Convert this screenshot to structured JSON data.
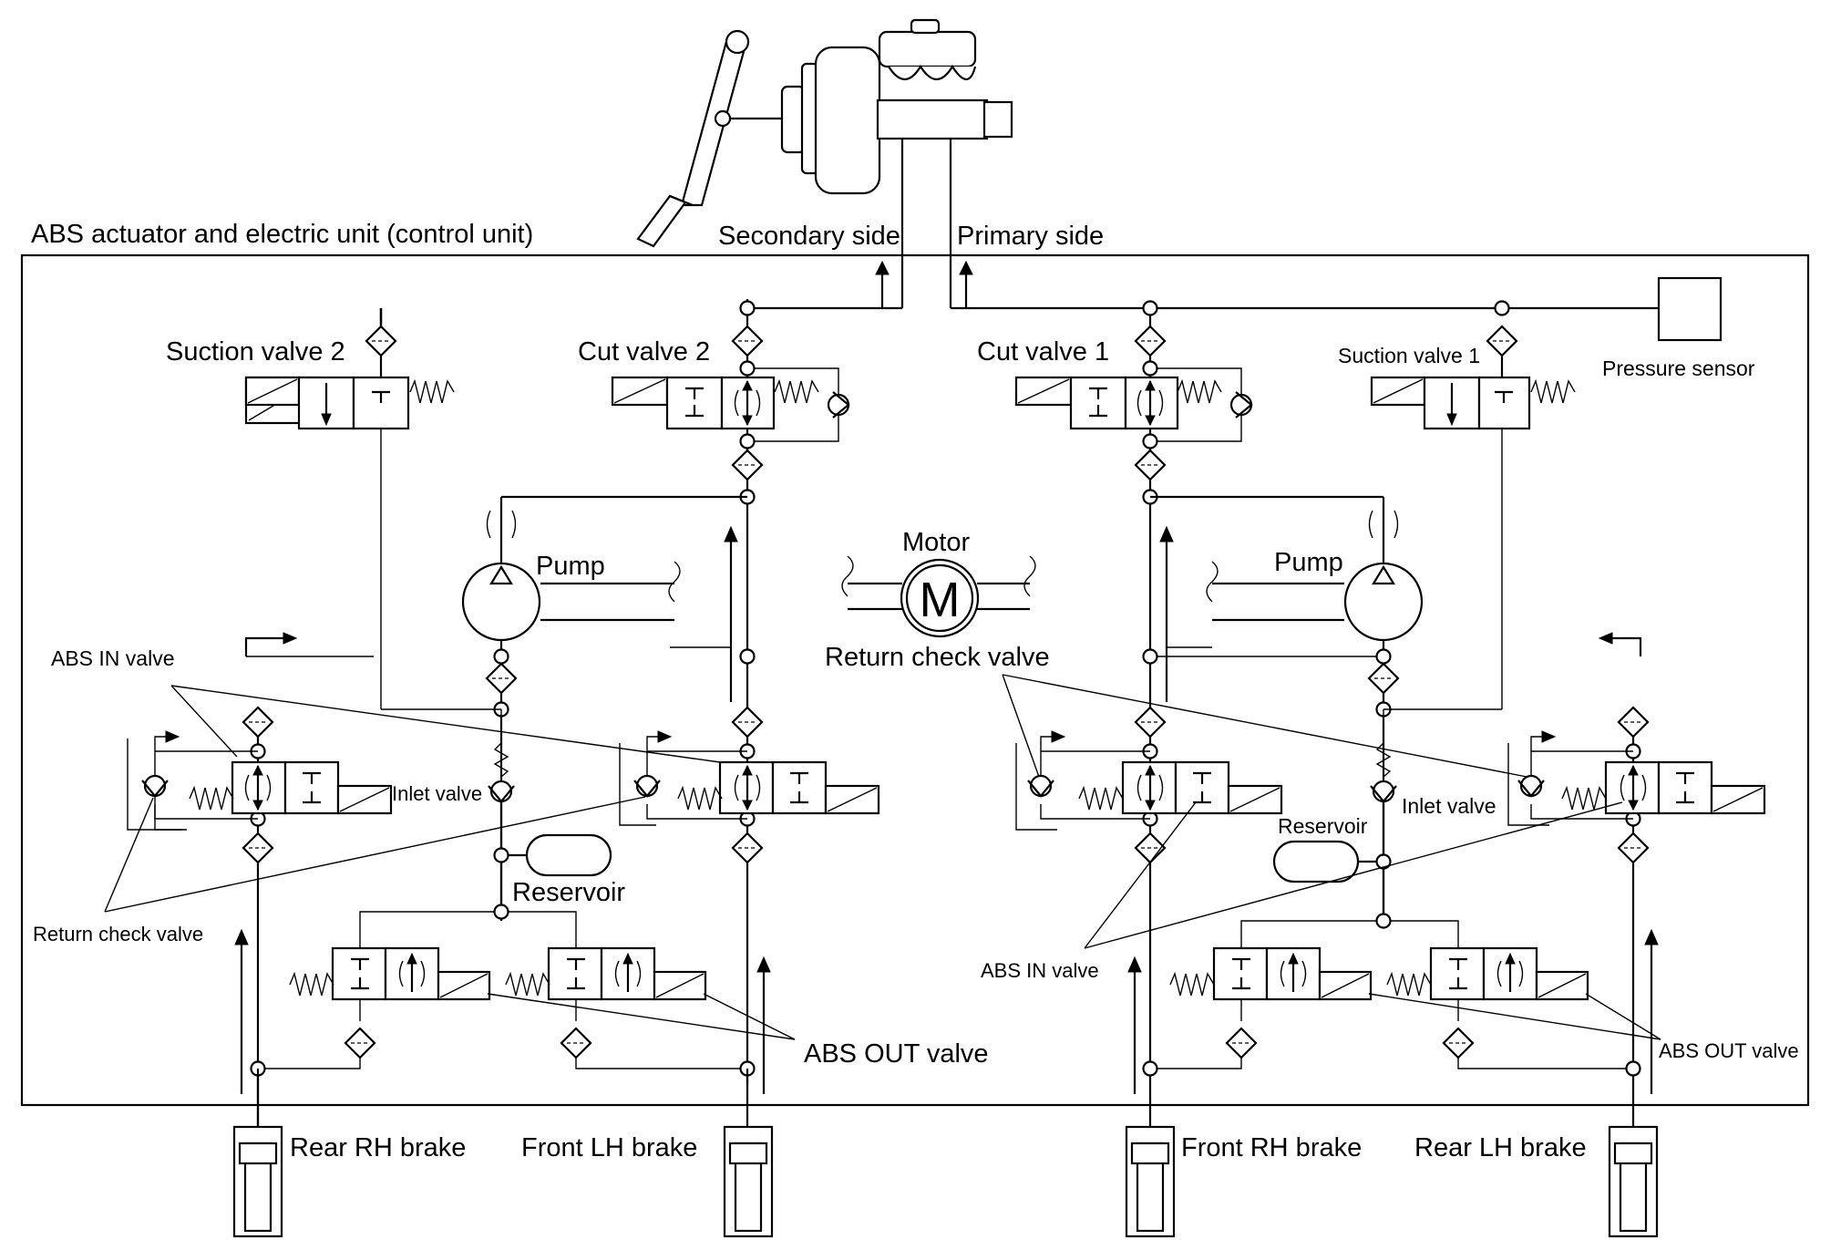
{
  "diagram": {
    "unit_label": "ABS actuator and electric unit (control unit)",
    "secondary_side": "Secondary side",
    "primary_side": "Primary side",
    "pressure_sensor": "Pressure sensor",
    "motor": "Motor",
    "motor_symbol": "M",
    "return_check_valve_center": "Return check valve",
    "left": {
      "suction_valve": "Suction valve 2",
      "cut_valve": "Cut valve 2",
      "pump": "Pump",
      "abs_in_valve": "ABS IN valve",
      "inlet_valve": "Inlet valve",
      "reservoir": "Reservoir",
      "return_check_valve": "Return check valve",
      "abs_out_valve": "ABS OUT valve",
      "brake_a": "Rear RH brake",
      "brake_b": "Front LH brake"
    },
    "right": {
      "suction_valve": "Suction valve 1",
      "cut_valve": "Cut valve 1",
      "pump": "Pump",
      "abs_in_valve": "ABS IN valve",
      "inlet_valve": "Inlet valve",
      "reservoir": "Reservoir",
      "abs_out_valve": "ABS OUT valve",
      "brake_a": "Front RH brake",
      "brake_b": "Rear LH brake"
    }
  }
}
